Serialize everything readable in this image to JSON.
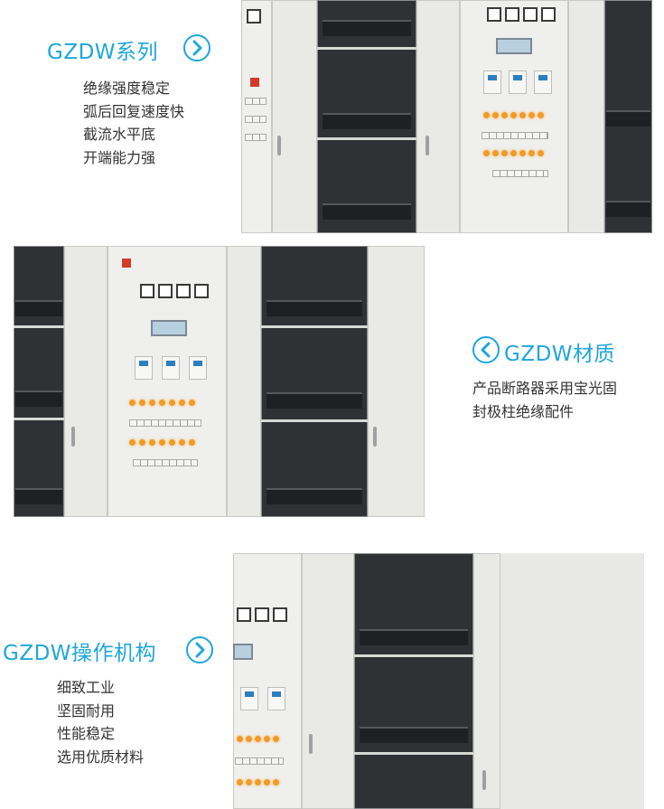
{
  "sections": [
    {
      "title": "GZDW系列",
      "arrow_icon": "chevron-right-icon",
      "features": [
        "绝缘强度稳定",
        "弧后回复速度快",
        "截流水平底",
        "开端能力强"
      ]
    },
    {
      "title": "GZDW材质",
      "arrow_icon": "chevron-left-icon",
      "features": [
        "产品断路器采用宝光固",
        "封极柱绝缘配件"
      ]
    },
    {
      "title": "GZDW操作机构",
      "arrow_icon": "chevron-right-icon",
      "features": [
        "细致工业",
        "坚固耐用",
        "性能稳定",
        "选用优质材料"
      ]
    }
  ],
  "colors": {
    "accent": "#1fa6dc",
    "text": "#333333",
    "led": "#f29a22",
    "battery": "#1f2023"
  }
}
